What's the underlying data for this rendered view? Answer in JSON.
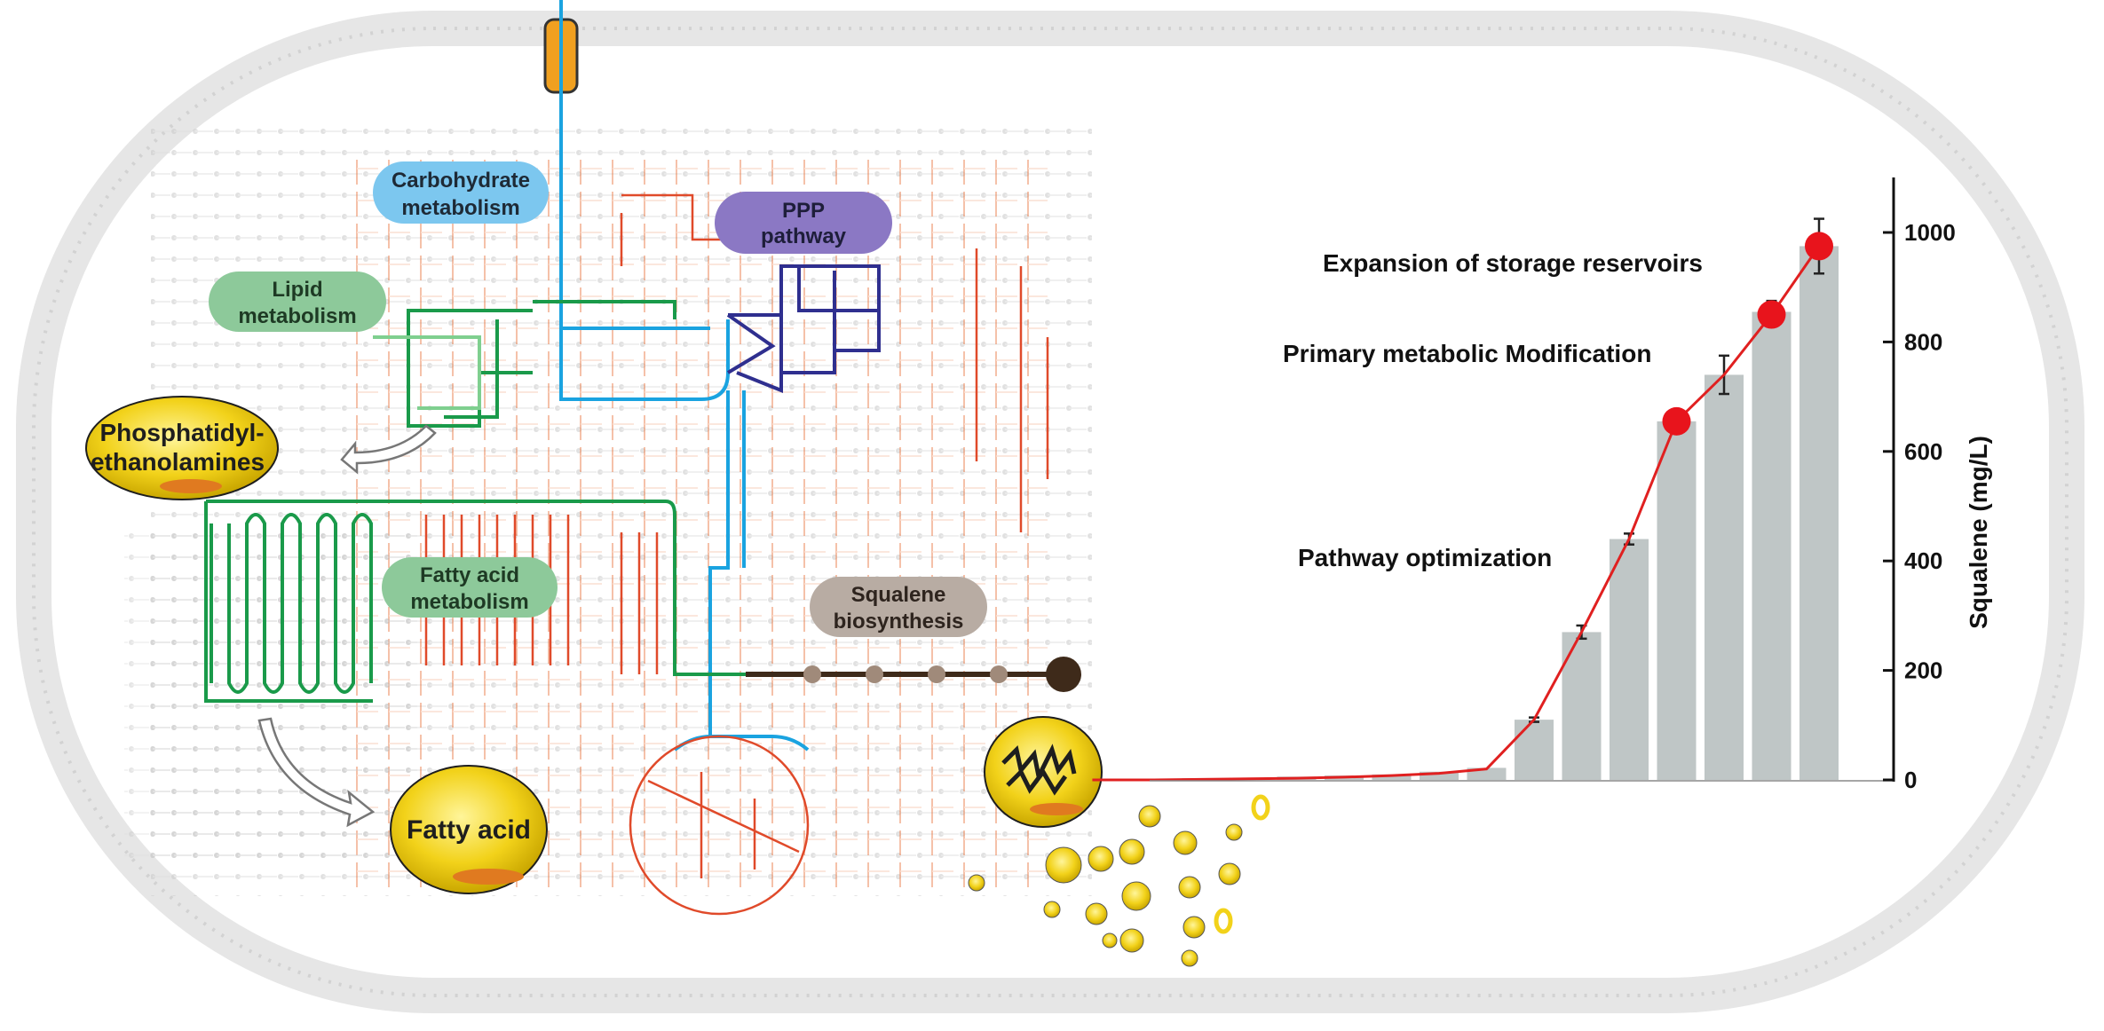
{
  "labels": {
    "carbohydrate": [
      "Carbohydrate",
      "metabolism"
    ],
    "ppp": [
      "PPP",
      "pathway"
    ],
    "lipid": [
      "Lipid",
      "metabolism"
    ],
    "phosphatidyl": [
      "Phosphatidyl-",
      "ethanolamines"
    ],
    "fatty_acid_metabolism": [
      "Fatty acid",
      "metabolism"
    ],
    "squalene_biosynthesis": [
      "Squalene",
      "biosynthesis"
    ],
    "fatty_acid": "Fatty acid"
  },
  "stage_labels": {
    "expansion": "Expansion of storage reservoirs",
    "primary": "Primary metabolic Modification",
    "pathway": "Pathway optimization"
  },
  "colors": {
    "carbohydrate": "#7cc7ef",
    "ppp": "#8b78c4",
    "lipid": "#8dc99a",
    "squalene": "#b8aca3",
    "droplet": "#f2d21a",
    "bar": "#bfc6c6",
    "line": "#e02020",
    "marker": "#e8141c"
  },
  "chart_data": {
    "type": "bar",
    "ylabel": "Squalene (mg/L)",
    "ylim": [
      0,
      1000
    ],
    "yticks": [
      0,
      200,
      400,
      600,
      800,
      1000
    ],
    "bars": [
      {
        "value": 2,
        "err": 0
      },
      {
        "value": 3,
        "err": 0
      },
      {
        "value": 4,
        "err": 0
      },
      {
        "value": 6,
        "err": 0
      },
      {
        "value": 8,
        "err": 0
      },
      {
        "value": 10,
        "err": 0
      },
      {
        "value": 15,
        "err": 0
      },
      {
        "value": 22,
        "err": 0
      },
      {
        "value": 110,
        "err": 4
      },
      {
        "value": 270,
        "err": 12
      },
      {
        "value": 440,
        "err": 10
      },
      {
        "value": 655,
        "err": 10
      },
      {
        "value": 740,
        "err": 35
      },
      {
        "value": 855,
        "err": 20
      },
      {
        "value": 975,
        "err": 50
      }
    ],
    "line": [
      {
        "bar": 0,
        "value": 0
      },
      {
        "bar": 1,
        "value": 1
      },
      {
        "bar": 2,
        "value": 2
      },
      {
        "bar": 3,
        "value": 3
      },
      {
        "bar": 4,
        "value": 5
      },
      {
        "bar": 5,
        "value": 8
      },
      {
        "bar": 6,
        "value": 12
      },
      {
        "bar": 7,
        "value": 20
      },
      {
        "bar": 8,
        "value": 110
      },
      {
        "bar": 9,
        "value": 270
      },
      {
        "bar": 10,
        "value": 440
      },
      {
        "bar": 11,
        "value": 655
      },
      {
        "bar": 12,
        "value": 740
      },
      {
        "bar": 13,
        "value": 850
      },
      {
        "bar": 14,
        "value": 975
      }
    ],
    "markers": [
      11,
      13,
      14
    ]
  }
}
